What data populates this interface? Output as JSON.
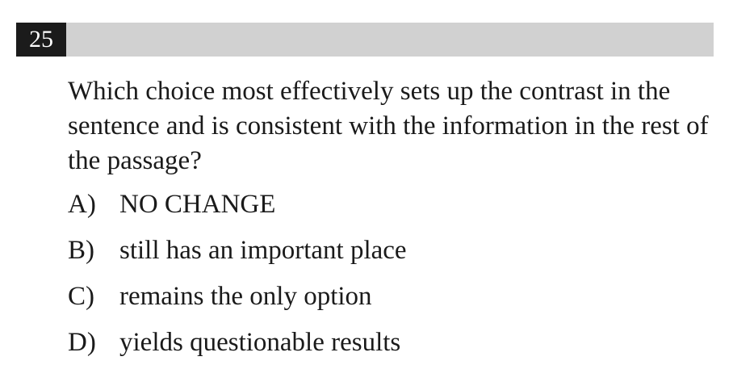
{
  "question": {
    "number": "25",
    "stem": "Which choice most effectively sets up the contrast in the sentence and is consistent with the information in the rest of the passage?",
    "choices": [
      {
        "letter": "A)",
        "text": "NO CHANGE"
      },
      {
        "letter": "B)",
        "text": "still has an important place"
      },
      {
        "letter": "C)",
        "text": "remains the only option"
      },
      {
        "letter": "D)",
        "text": "yields questionable results"
      }
    ]
  },
  "colors": {
    "header_bar": "#d1d1d1",
    "number_box": "#1b1b1b",
    "text": "#1a1a1a"
  }
}
